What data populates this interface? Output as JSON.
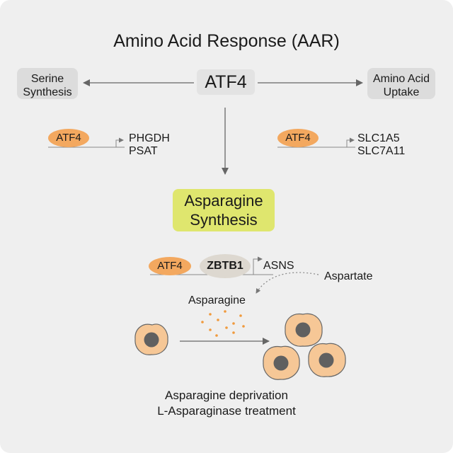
{
  "title": "Amino Acid Response (AAR)",
  "center": {
    "label": "ATF4"
  },
  "left_box": {
    "line1": "Serine",
    "line2": "Synthesis"
  },
  "right_box": {
    "line1": "Amino Acid",
    "line2": "Uptake"
  },
  "left_module": {
    "factor": "ATF4",
    "genes": [
      "PHGDH",
      "PSAT"
    ]
  },
  "right_module": {
    "factor": "ATF4",
    "genes": [
      "SLC1A5",
      "SLC7A11"
    ]
  },
  "asparagine_box": {
    "line1": "Asparagine",
    "line2": "Synthesis"
  },
  "asns_module": {
    "factor": "ATF4",
    "cofactor": "ZBTB1",
    "gene": "ASNS"
  },
  "aspartate_label": "Aspartate",
  "asparagine_label": "Asparagine",
  "bottom": {
    "line1": "Asparagine deprivation",
    "line2": "L-Asparaginase treatment"
  },
  "colors": {
    "background": "#efefef",
    "grey_box": "#dcdcdc",
    "atf4_pill": "#f3a85f",
    "highlight_box": "#dfe66e",
    "cell_fill": "#f6c796",
    "nucleus": "#606060",
    "arrow": "#666666",
    "dots": "#f09a3c"
  }
}
